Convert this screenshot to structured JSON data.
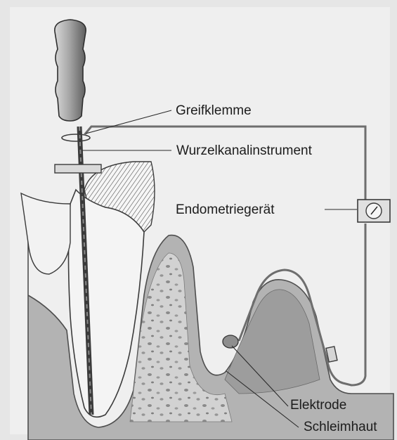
{
  "figure": {
    "labels": {
      "clamp": "Greifklemme",
      "instrument": "Wurzelkanalinstrument",
      "device": "Endometriegerät",
      "electrode": "Elektrode",
      "mucosa": "Schleimhaut"
    },
    "colors": {
      "background": "#e6e6e6",
      "panel": "#ffffff",
      "gum": "#b3b3b3",
      "gum_outline": "#5a5a5a",
      "bone": "#cccccc",
      "dentin": "#f4f4f4",
      "enamel_hatch": "#444444",
      "handle": "#9a9a9a",
      "file": "#3a3a3a",
      "cable": "#6e6e6e",
      "text": "#1c1c1c"
    },
    "icons": [
      "handle-icon",
      "gauge-icon",
      "electrode-icon"
    ]
  }
}
